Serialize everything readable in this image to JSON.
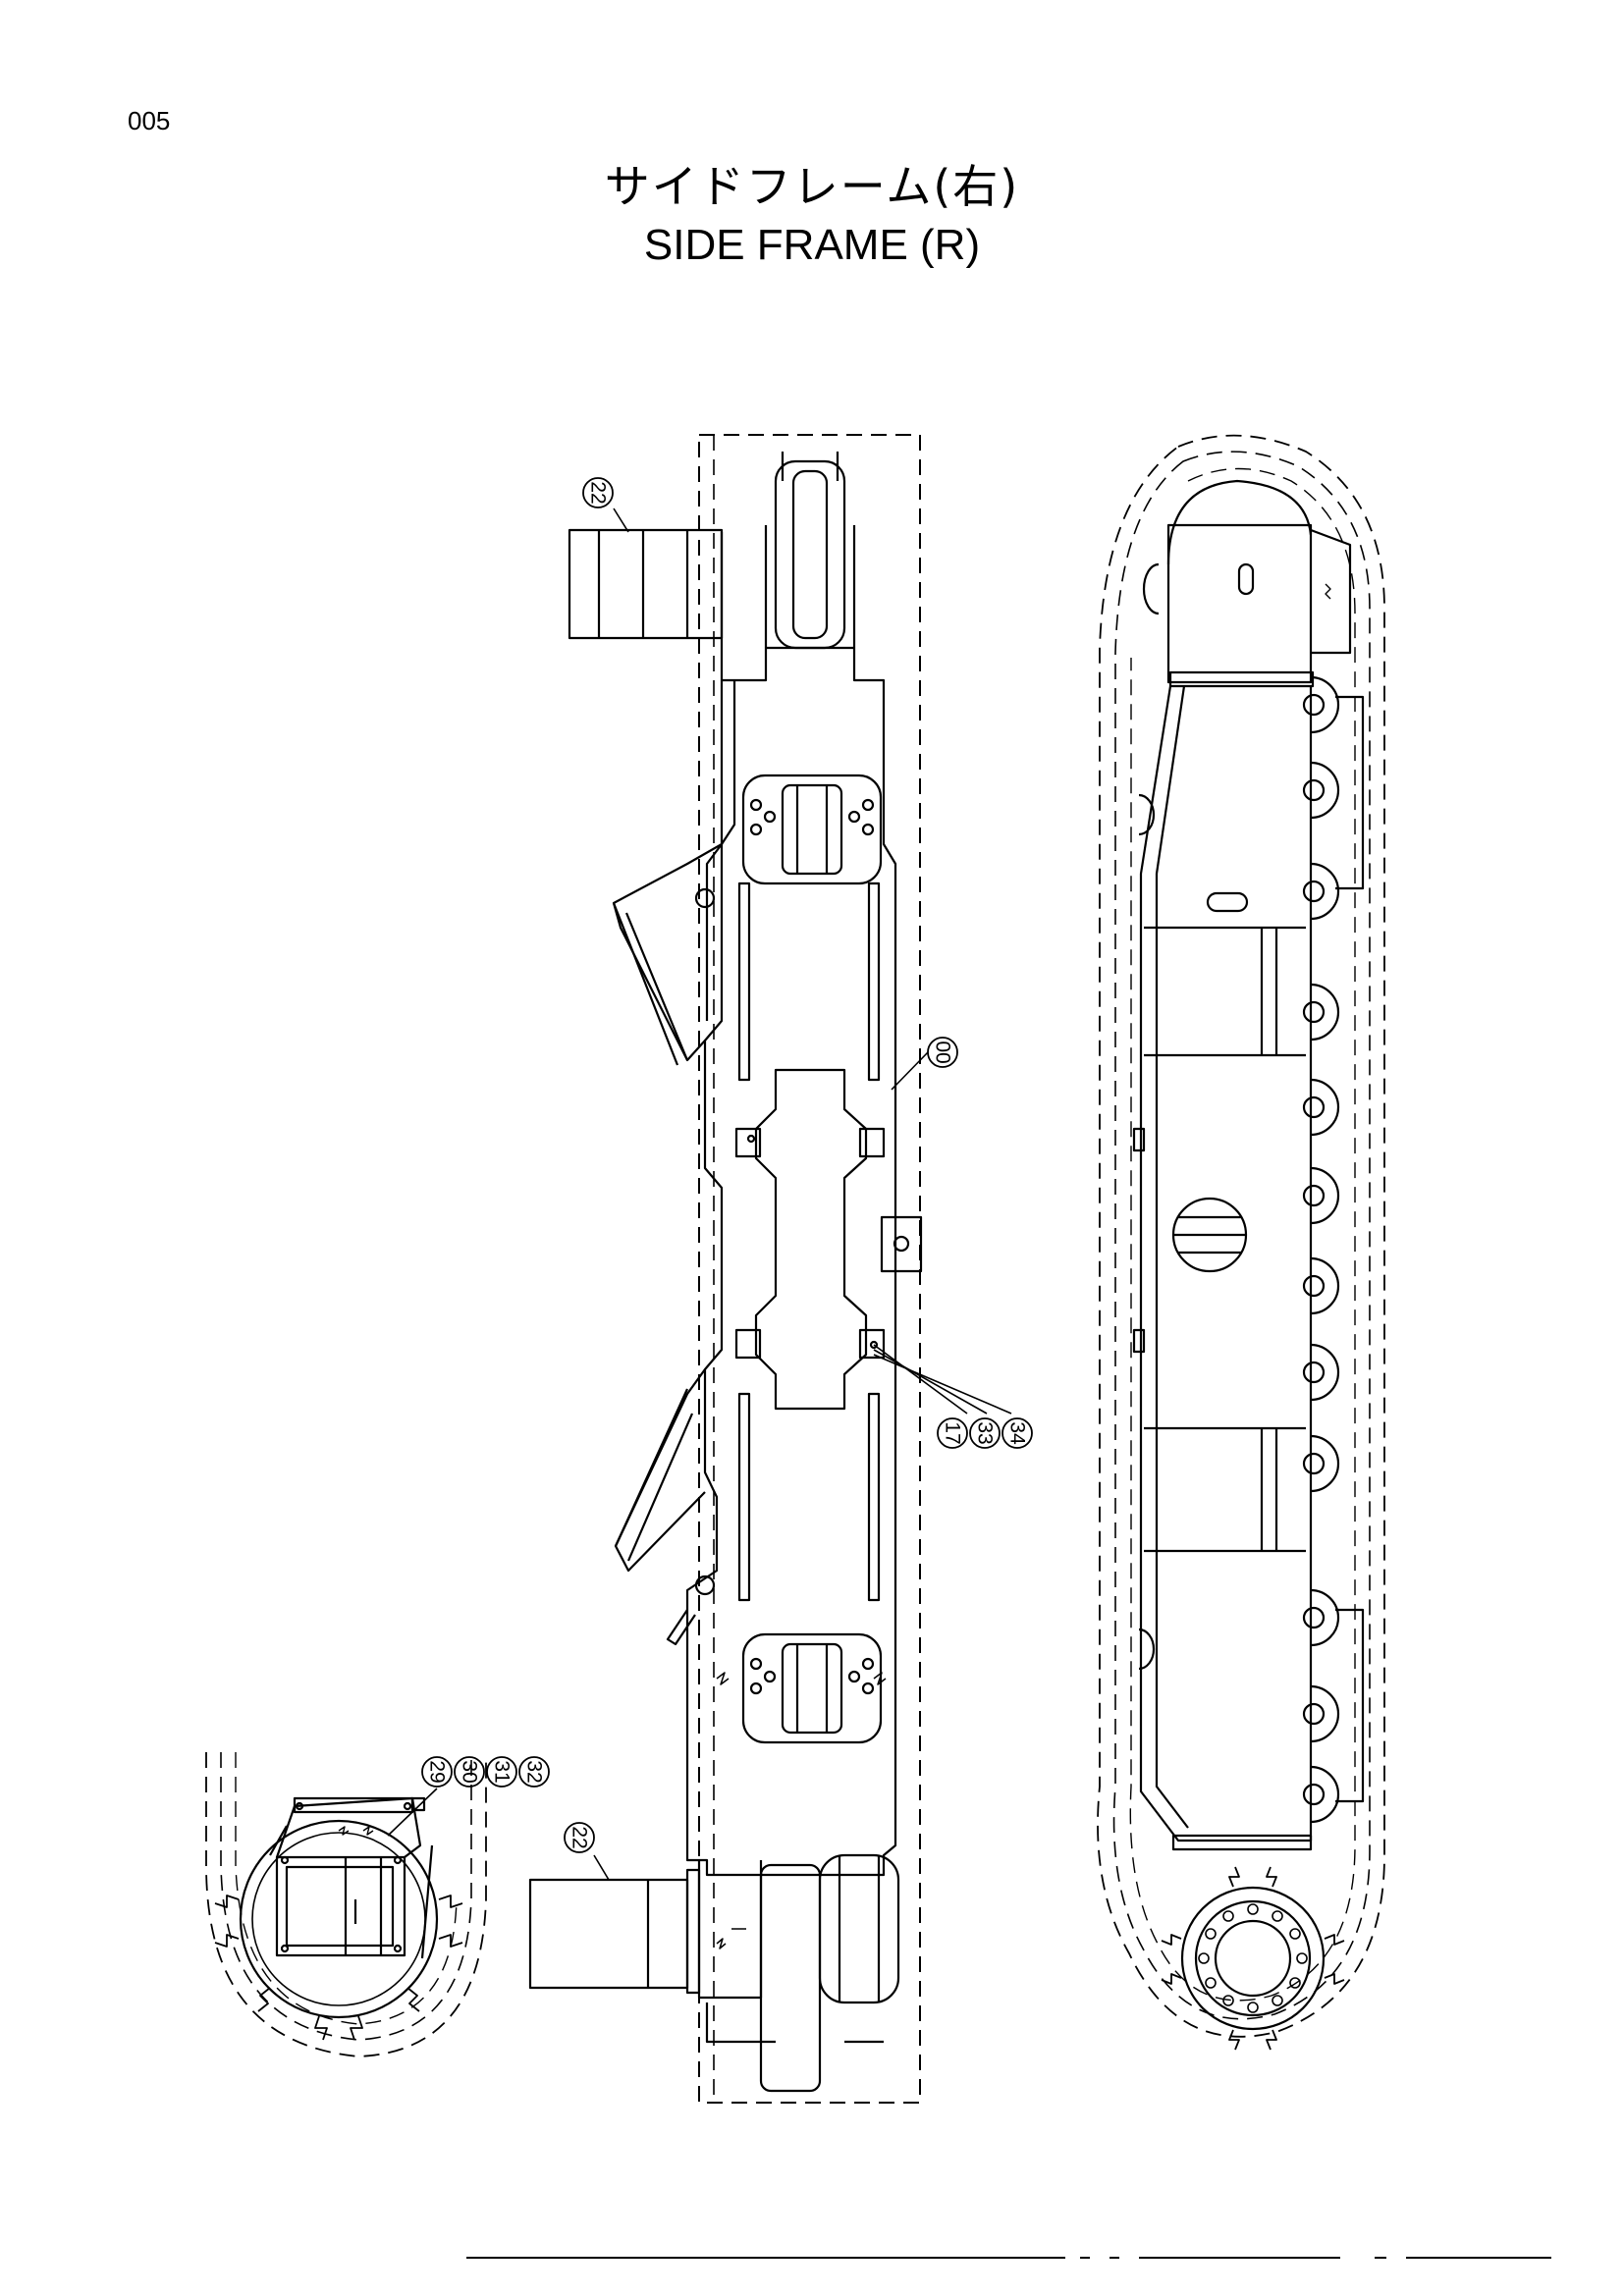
{
  "page": {
    "number": "005"
  },
  "title": {
    "japanese": "サイドフレーム(右)",
    "english": "SIDE FRAME (R)"
  },
  "callouts": {
    "c22_top": "22",
    "c00": "00",
    "c17": "17",
    "c33": "33",
    "c34": "34",
    "c29": "29",
    "c30": "30",
    "c31": "31",
    "c32": "32",
    "c22_bottom": "22"
  }
}
